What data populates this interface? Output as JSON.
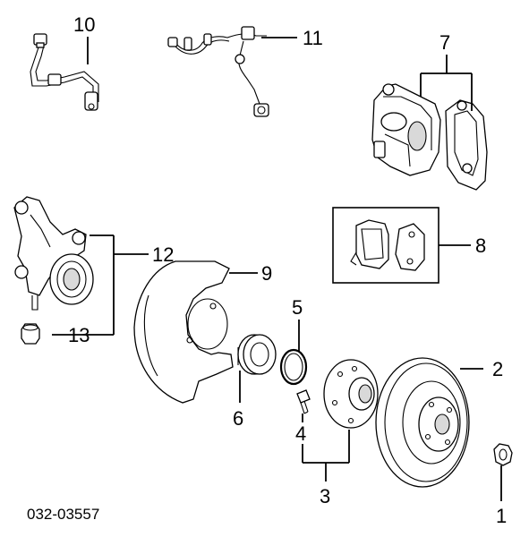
{
  "diagram": {
    "callouts": [
      {
        "id": "c1",
        "label": "1",
        "part": "hub nut"
      },
      {
        "id": "c2",
        "label": "2",
        "part": "brake disc"
      },
      {
        "id": "c3",
        "label": "3",
        "part": "hub assembly"
      },
      {
        "id": "c4",
        "label": "4",
        "part": "hub bolt"
      },
      {
        "id": "c5",
        "label": "5",
        "part": "snap ring"
      },
      {
        "id": "c6",
        "label": "6",
        "part": "wheel bearing"
      },
      {
        "id": "c7",
        "label": "7",
        "part": "brake caliper"
      },
      {
        "id": "c8",
        "label": "8",
        "part": "brake pads"
      },
      {
        "id": "c9",
        "label": "9",
        "part": "splash shield"
      },
      {
        "id": "c10",
        "label": "10",
        "part": "brake hose"
      },
      {
        "id": "c11",
        "label": "11",
        "part": "abs sensor"
      },
      {
        "id": "c12",
        "label": "12",
        "part": "steering knuckle"
      },
      {
        "id": "c13",
        "label": "13",
        "part": "knuckle nut"
      }
    ],
    "diagram_code": "032-03557"
  }
}
